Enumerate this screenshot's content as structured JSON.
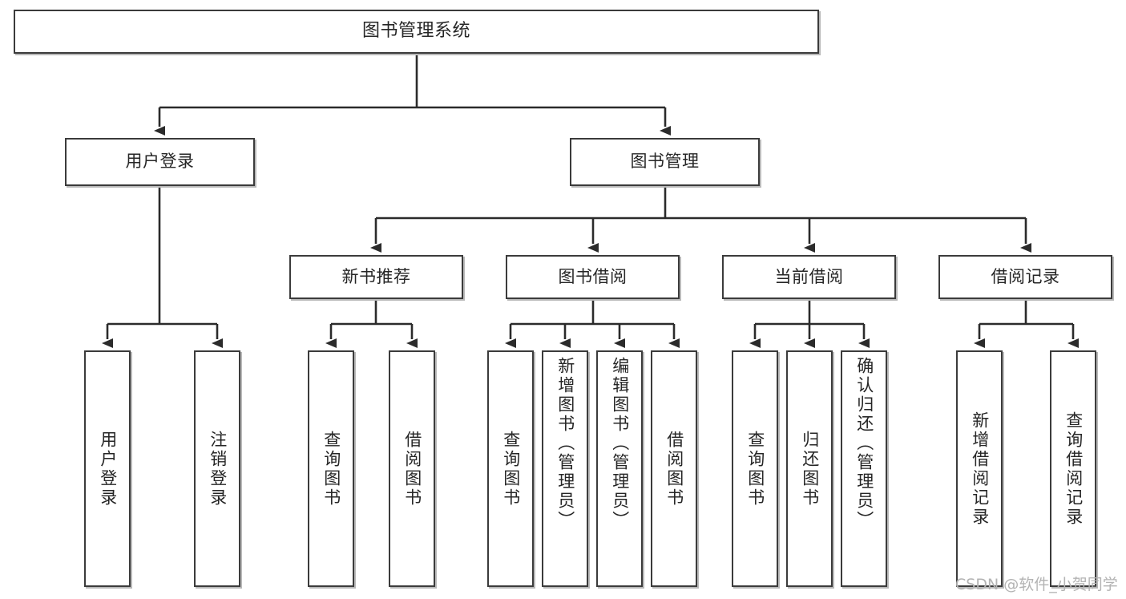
{
  "diagram": {
    "title": "图书管理系统",
    "watermark": "CSDN @软件_小贺同学",
    "colors": {
      "box_border": "#3b3b3b",
      "box_fill": "#ffffff",
      "box_shadow": "#b9b9b9",
      "connector": "#2b2b2b",
      "text": "#262626",
      "watermark": "#b3b3b3"
    }
  },
  "nodes": {
    "root": {
      "label": "图书管理系统"
    },
    "level2": [
      {
        "label": "用户登录"
      },
      {
        "label": "图书管理"
      }
    ],
    "level3": [
      {
        "label": "新书推荐"
      },
      {
        "label": "图书借阅"
      },
      {
        "label": "当前借阅"
      },
      {
        "label": "借阅记录"
      }
    ],
    "leaves": {
      "user_login": [
        {
          "label": "用户登录"
        },
        {
          "label": "注销登录"
        }
      ],
      "new_book": [
        {
          "label": "查询图书"
        },
        {
          "label": "借阅图书"
        }
      ],
      "book_borrow": [
        {
          "label": "查询图书"
        },
        {
          "label": "新增图书（管理员）"
        },
        {
          "label": "编辑图书（管理员）"
        },
        {
          "label": "借阅图书"
        }
      ],
      "current_borrow": [
        {
          "label": "查询图书"
        },
        {
          "label": "归还图书"
        },
        {
          "label": "确认归还（管理员）"
        }
      ],
      "borrow_record": [
        {
          "label": "新增借阅记录"
        },
        {
          "label": "查询借阅记录"
        }
      ]
    }
  }
}
